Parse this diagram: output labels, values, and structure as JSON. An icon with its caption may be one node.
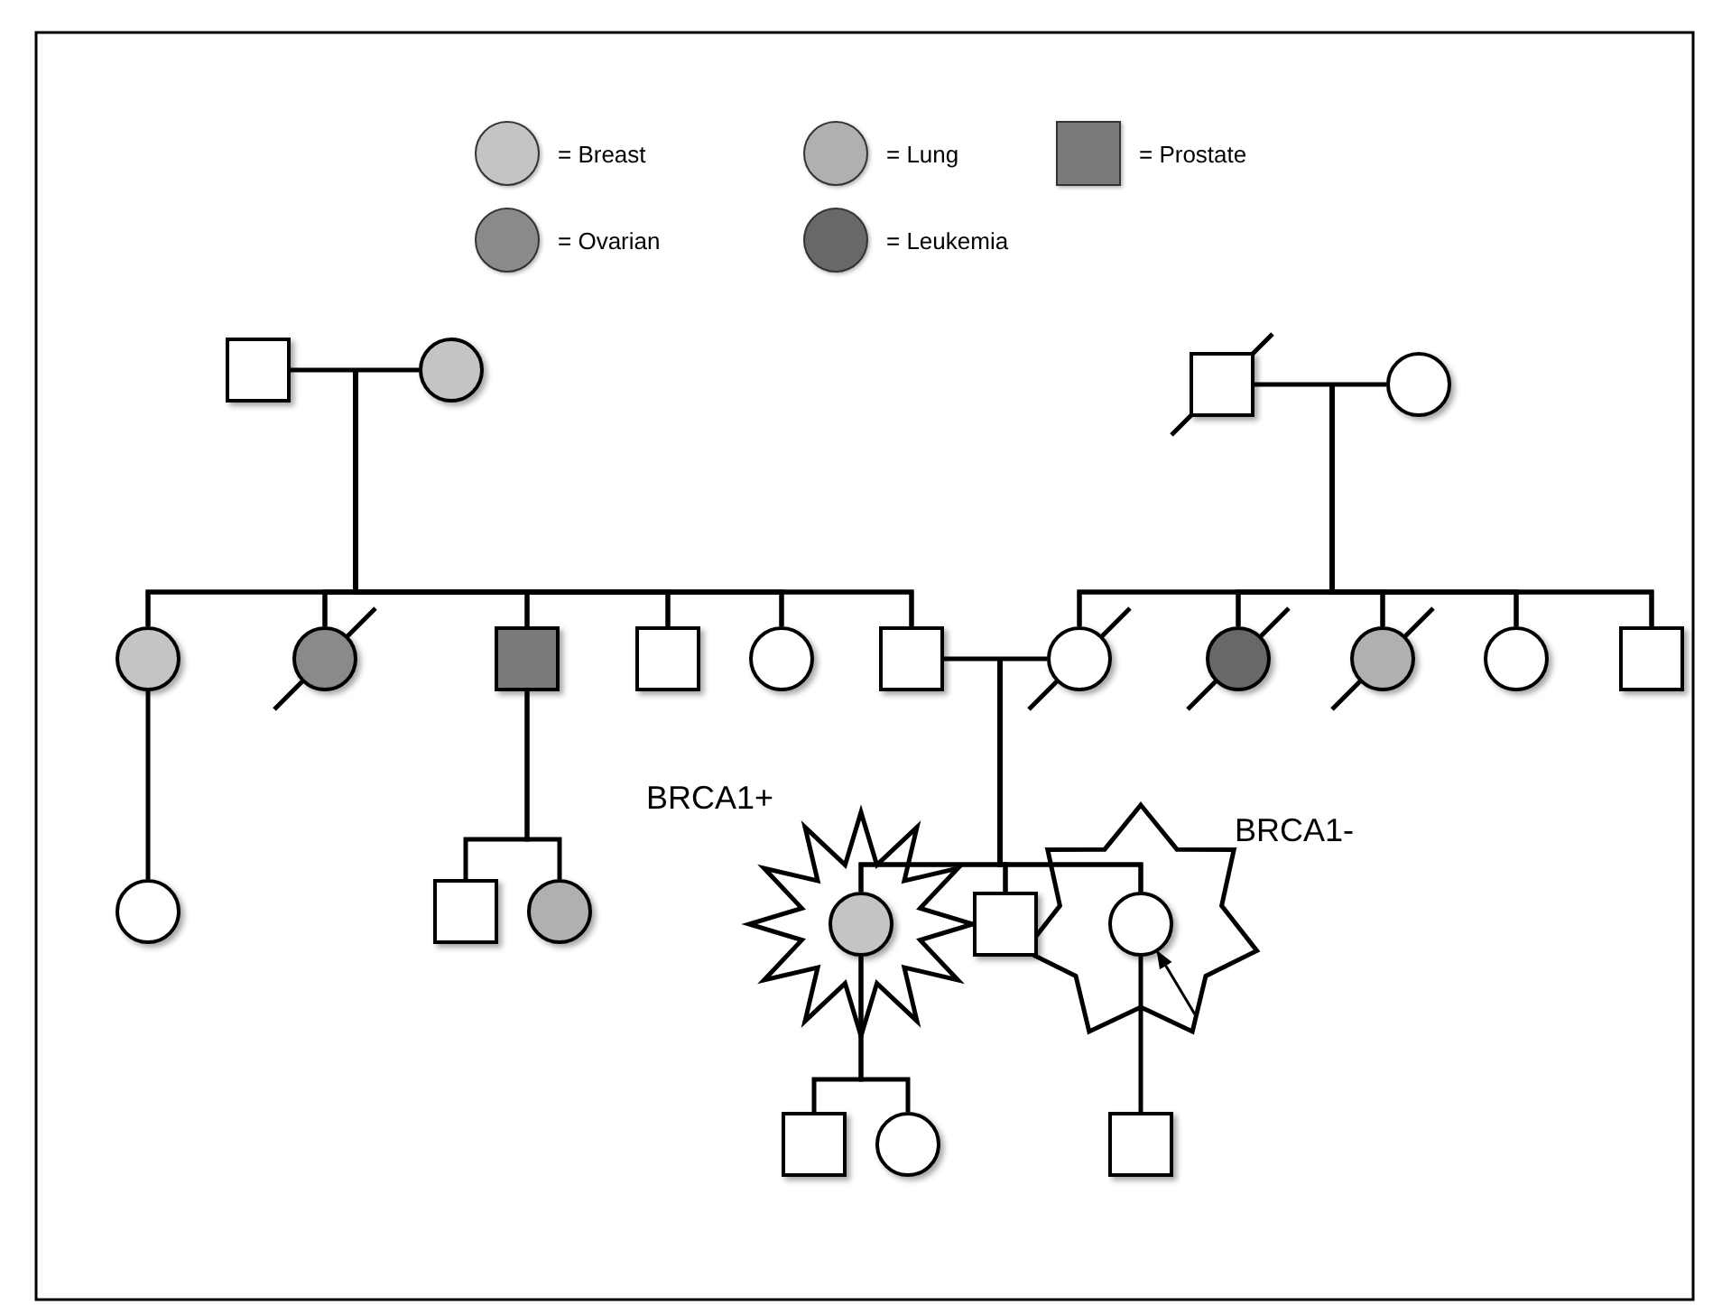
{
  "diagram": {
    "nodes": [
      {
        "text": [],
        "shape": "box"
      },
      {
        "text": [],
        "shape": "circle"
      },
      {
        "text": [],
        "shape": "box"
      },
      {
        "text": [],
        "shape": "circle"
      },
      {
        "text": [],
        "shape": "circle"
      },
      {
        "text": [],
        "shape": "circle"
      },
      {
        "text": [],
        "shape": "box"
      },
      {
        "text": [],
        "shape": "box"
      },
      {
        "text": [],
        "shape": "circle"
      },
      {
        "text": [],
        "shape": "box"
      },
      {
        "text": [],
        "shape": "circle"
      },
      {
        "text": [],
        "shape": "circle"
      },
      {
        "text": [],
        "shape": "circle"
      },
      {
        "text": [],
        "shape": "circle"
      },
      {
        "text": [],
        "shape": "box"
      },
      {
        "text": [],
        "shape": "circle"
      },
      {
        "text": [],
        "shape": "box"
      },
      {
        "text": [],
        "shape": "circle"
      },
      {
        "text": [
          "BRCA1+"
        ]
      },
      {
        "text": [],
        "shape": "circle",
        "in": 18
      },
      {
        "text": [],
        "shape": "box"
      },
      {
        "text": [
          "BRCA1-"
        ]
      },
      {
        "text": [],
        "shape": "circle",
        "in": 21
      },
      {
        "text": [],
        "shape": "box"
      },
      {
        "text": [],
        "shape": "circle"
      },
      {
        "text": [],
        "shape": "box"
      }
    ],
    "edges": [
      {
        "from": 0,
        "to": 1,
        "arrow": "none"
      },
      {
        "from": 0,
        "to": 4,
        "arrow": "none"
      },
      {
        "from": 1,
        "to": 4,
        "arrow": "none"
      },
      {
        "from": 0,
        "to": 5,
        "arrow": "none"
      },
      {
        "from": 1,
        "to": 5,
        "arrow": "none"
      },
      {
        "from": 0,
        "to": 6,
        "arrow": "none"
      },
      {
        "from": 1,
        "to": 6,
        "arrow": "none"
      },
      {
        "from": 0,
        "to": 7,
        "arrow": "none"
      },
      {
        "from": 1,
        "to": 7,
        "arrow": "none"
      },
      {
        "from": 0,
        "to": 8,
        "arrow": "none"
      },
      {
        "from": 1,
        "to": 8,
        "arrow": "none"
      },
      {
        "from": 0,
        "to": 9,
        "arrow": "none"
      },
      {
        "from": 1,
        "to": 9,
        "arrow": "none"
      },
      {
        "from": 2,
        "to": 3,
        "arrow": "none"
      },
      {
        "from": 2,
        "to": 10,
        "arrow": "none"
      },
      {
        "from": 3,
        "to": 10,
        "arrow": "none"
      },
      {
        "from": 2,
        "to": 11,
        "arrow": "none"
      },
      {
        "from": 3,
        "to": 11,
        "arrow": "none"
      },
      {
        "from": 2,
        "to": 12,
        "arrow": "none"
      },
      {
        "from": 3,
        "to": 12,
        "arrow": "none"
      },
      {
        "from": 2,
        "to": 13,
        "arrow": "none"
      },
      {
        "from": 3,
        "to": 13,
        "arrow": "none"
      },
      {
        "from": 2,
        "to": 14,
        "arrow": "none"
      },
      {
        "from": 3,
        "to": 14,
        "arrow": "none"
      },
      {
        "from": 4,
        "to": 15,
        "arrow": "none"
      },
      {
        "from": 6,
        "to": 16,
        "arrow": "none"
      },
      {
        "from": 6,
        "to": 17,
        "arrow": "none"
      },
      {
        "from": 9,
        "to": 10,
        "arrow": "none"
      },
      {
        "from": 9,
        "to": 19,
        "arrow": "none"
      },
      {
        "from": 10,
        "to": 19,
        "arrow": "none"
      },
      {
        "from": 9,
        "to": 20,
        "arrow": "none"
      },
      {
        "from": 10,
        "to": 20,
        "arrow": "none"
      },
      {
        "from": 9,
        "to": 22,
        "arrow": "none"
      },
      {
        "from": 10,
        "to": 22,
        "arrow": "none"
      },
      {
        "from": 19,
        "to": 23,
        "arrow": "none"
      },
      {
        "from": 19,
        "to": 24,
        "arrow": "none"
      },
      {
        "from": 22,
        "to": 25,
        "arrow": "none"
      },
      {
        "from": null,
        "to": 22,
        "arrow": "to"
      }
    ],
    "legend": [
      {
        "text": "= Breast",
        "color": "#c4c4c4"
      },
      {
        "text": "= Lung",
        "color": "#b0b0b0"
      },
      {
        "text": "= Prostate",
        "color": "#7a7a7a"
      },
      {
        "text": "= Ovarian",
        "color": "#8a8a8a"
      },
      {
        "text": "= Leukemia",
        "color": "#686868"
      }
    ]
  }
}
